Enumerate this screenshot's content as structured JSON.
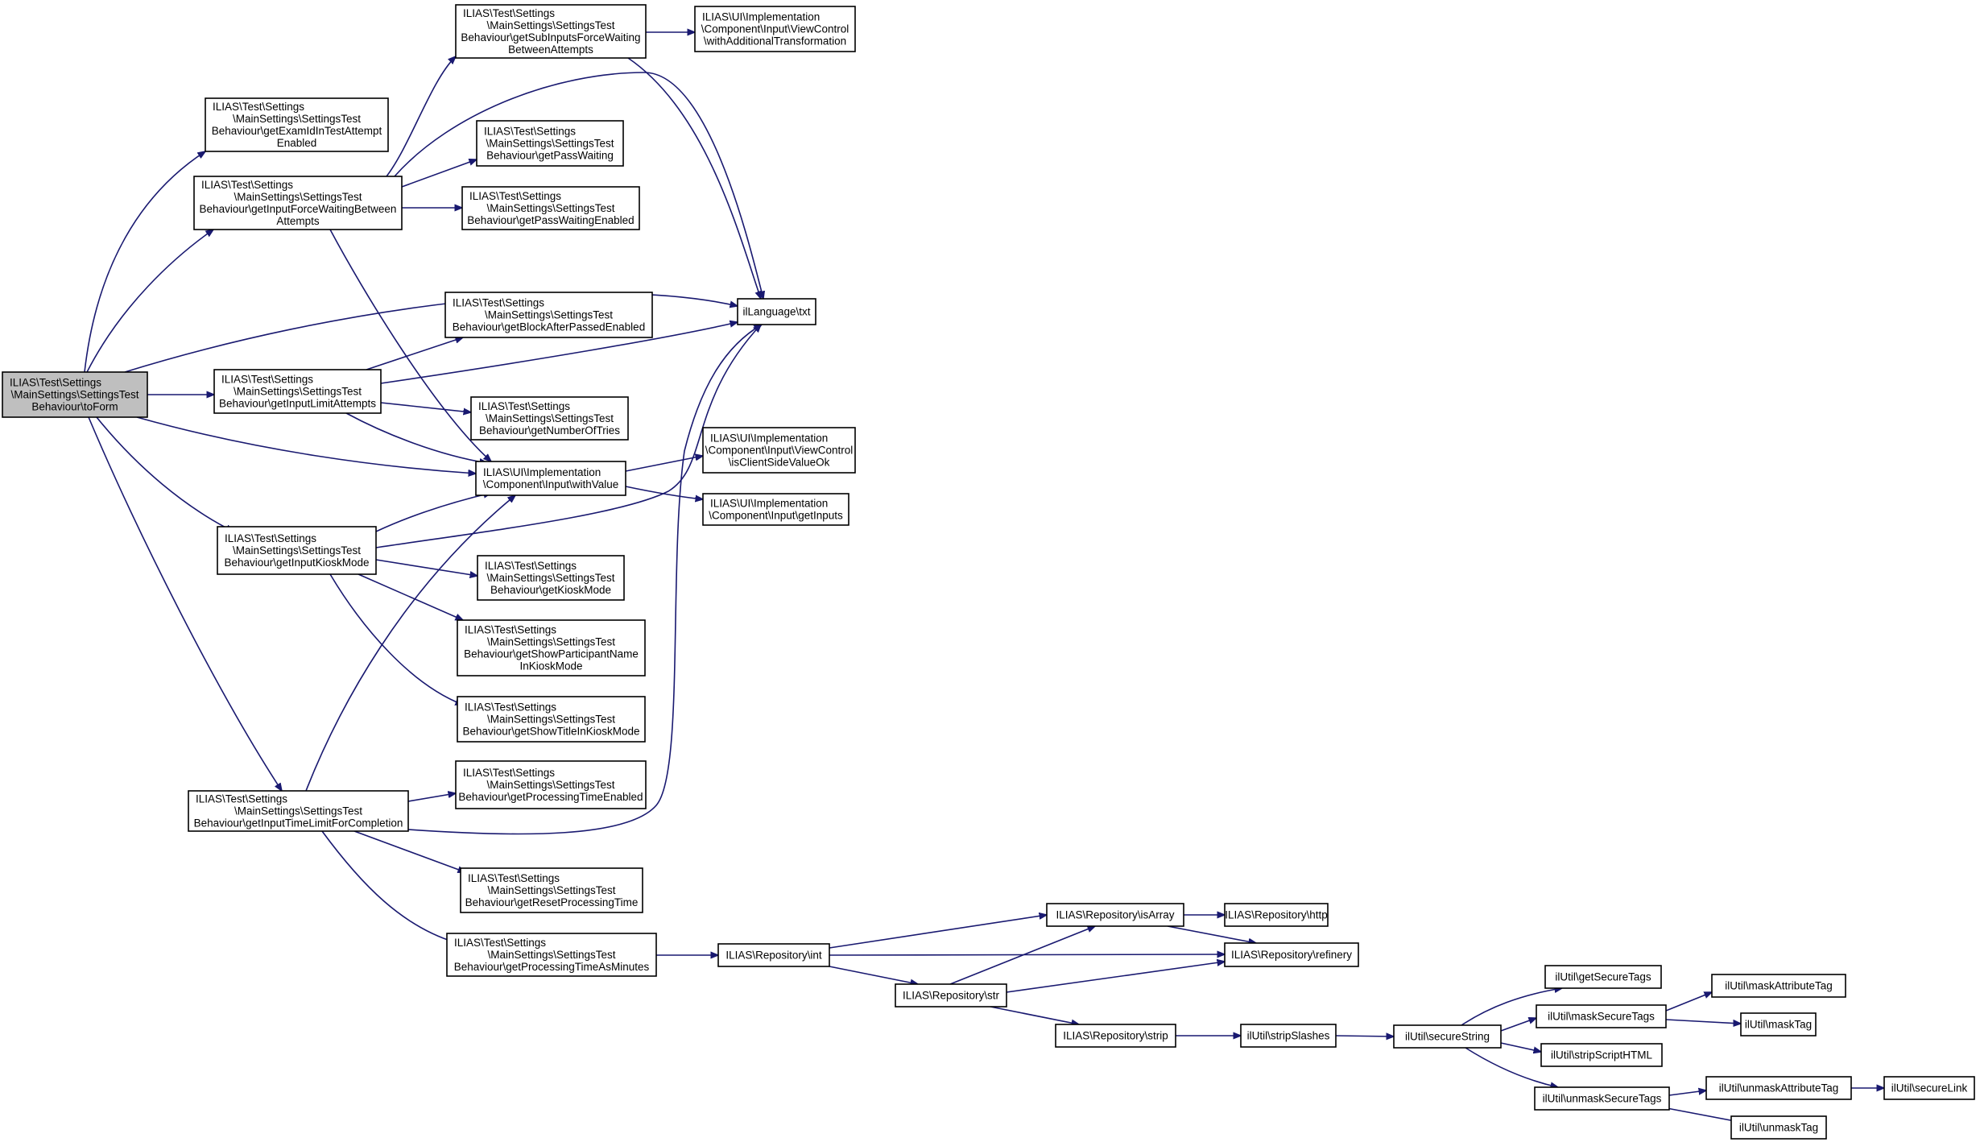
{
  "colors": {
    "edge": "#191970",
    "node_fill": "#ffffff",
    "root_fill": "#bfbfbf",
    "border": "#000000"
  },
  "nodes": [
    {
      "id": "toForm",
      "lines": [
        "ILIAS\\Test\\Settings",
        "\\MainSettings\\SettingsTest",
        "Behaviour\\toForm"
      ],
      "root": true
    },
    {
      "id": "getExamId",
      "lines": [
        "ILIAS\\Test\\Settings",
        "\\MainSettings\\SettingsTest",
        "Behaviour\\getExamIdInTestAttempt",
        "Enabled"
      ]
    },
    {
      "id": "getInputForceWaiting",
      "lines": [
        "ILIAS\\Test\\Settings",
        "\\MainSettings\\SettingsTest",
        "Behaviour\\getInputForceWaitingBetween",
        "Attempts"
      ]
    },
    {
      "id": "getSubInputs",
      "lines": [
        "ILIAS\\Test\\Settings",
        "\\MainSettings\\SettingsTest",
        "Behaviour\\getSubInputsForceWaiting",
        "BetweenAttempts"
      ]
    },
    {
      "id": "withAdditionalTransformation",
      "lines": [
        "ILIAS\\UI\\Implementation",
        "\\Component\\Input\\ViewControl",
        "\\withAdditionalTransformation"
      ]
    },
    {
      "id": "getPassWaiting",
      "lines": [
        "ILIAS\\Test\\Settings",
        "\\MainSettings\\SettingsTest",
        "Behaviour\\getPassWaiting"
      ]
    },
    {
      "id": "getPassWaitingEnabled",
      "lines": [
        "ILIAS\\Test\\Settings",
        "\\MainSettings\\SettingsTest",
        "Behaviour\\getPassWaitingEnabled"
      ]
    },
    {
      "id": "txt",
      "lines": [
        "ilLanguage\\txt"
      ]
    },
    {
      "id": "getBlockAfterPassed",
      "lines": [
        "ILIAS\\Test\\Settings",
        "\\MainSettings\\SettingsTest",
        "Behaviour\\getBlockAfterPassedEnabled"
      ]
    },
    {
      "id": "getInputLimitAttempts",
      "lines": [
        "ILIAS\\Test\\Settings",
        "\\MainSettings\\SettingsTest",
        "Behaviour\\getInputLimitAttempts"
      ]
    },
    {
      "id": "getNumberOfTries",
      "lines": [
        "ILIAS\\Test\\Settings",
        "\\MainSettings\\SettingsTest",
        "Behaviour\\getNumberOfTries"
      ]
    },
    {
      "id": "withValue",
      "lines": [
        "ILIAS\\UI\\Implementation",
        "\\Component\\Input\\withValue"
      ]
    },
    {
      "id": "isClientSideValueOk",
      "lines": [
        "ILIAS\\UI\\Implementation",
        "\\Component\\Input\\ViewControl",
        "\\isClientSideValueOk"
      ]
    },
    {
      "id": "getInputs",
      "lines": [
        "ILIAS\\UI\\Implementation",
        "\\Component\\Input\\getInputs"
      ]
    },
    {
      "id": "getInputKioskMode",
      "lines": [
        "ILIAS\\Test\\Settings",
        "\\MainSettings\\SettingsTest",
        "Behaviour\\getInputKioskMode"
      ]
    },
    {
      "id": "getKioskMode",
      "lines": [
        "ILIAS\\Test\\Settings",
        "\\MainSettings\\SettingsTest",
        "Behaviour\\getKioskMode"
      ]
    },
    {
      "id": "getShowParticipantName",
      "lines": [
        "ILIAS\\Test\\Settings",
        "\\MainSettings\\SettingsTest",
        "Behaviour\\getShowParticipantName",
        "InKioskMode"
      ]
    },
    {
      "id": "getShowTitle",
      "lines": [
        "ILIAS\\Test\\Settings",
        "\\MainSettings\\SettingsTest",
        "Behaviour\\getShowTitleInKioskMode"
      ]
    },
    {
      "id": "getInputTimeLimit",
      "lines": [
        "ILIAS\\Test\\Settings",
        "\\MainSettings\\SettingsTest",
        "Behaviour\\getInputTimeLimitForCompletion"
      ]
    },
    {
      "id": "getProcessingTimeEnabled",
      "lines": [
        "ILIAS\\Test\\Settings",
        "\\MainSettings\\SettingsTest",
        "Behaviour\\getProcessingTimeEnabled"
      ]
    },
    {
      "id": "getResetProcessingTime",
      "lines": [
        "ILIAS\\Test\\Settings",
        "\\MainSettings\\SettingsTest",
        "Behaviour\\getResetProcessingTime"
      ]
    },
    {
      "id": "getProcessingTimeAsMinutes",
      "lines": [
        "ILIAS\\Test\\Settings",
        "\\MainSettings\\SettingsTest",
        "Behaviour\\getProcessingTimeAsMinutes"
      ]
    },
    {
      "id": "int",
      "lines": [
        "ILIAS\\Repository\\int"
      ]
    },
    {
      "id": "isArray",
      "lines": [
        "ILIAS\\Repository\\isArray"
      ]
    },
    {
      "id": "http",
      "lines": [
        "ILIAS\\Repository\\http"
      ]
    },
    {
      "id": "refinery",
      "lines": [
        "ILIAS\\Repository\\refinery"
      ]
    },
    {
      "id": "str",
      "lines": [
        "ILIAS\\Repository\\str"
      ]
    },
    {
      "id": "strip",
      "lines": [
        "ILIAS\\Repository\\strip"
      ]
    },
    {
      "id": "stripSlashes",
      "lines": [
        "ilUtil\\stripSlashes"
      ]
    },
    {
      "id": "secureString",
      "lines": [
        "ilUtil\\secureString"
      ]
    },
    {
      "id": "getSecureTags",
      "lines": [
        "ilUtil\\getSecureTags"
      ]
    },
    {
      "id": "maskSecureTags",
      "lines": [
        "ilUtil\\maskSecureTags"
      ]
    },
    {
      "id": "maskAttributeTag",
      "lines": [
        "ilUtil\\maskAttributeTag"
      ]
    },
    {
      "id": "maskTag",
      "lines": [
        "ilUtil\\maskTag"
      ]
    },
    {
      "id": "stripScriptHTML",
      "lines": [
        "ilUtil\\stripScriptHTML"
      ]
    },
    {
      "id": "unmaskSecureTags",
      "lines": [
        "ilUtil\\unmaskSecureTags"
      ]
    },
    {
      "id": "unmaskAttributeTag",
      "lines": [
        "ilUtil\\unmaskAttributeTag"
      ]
    },
    {
      "id": "secureLink",
      "lines": [
        "ilUtil\\secureLink"
      ]
    },
    {
      "id": "unmaskTag",
      "lines": [
        "ilUtil\\unmaskTag"
      ]
    }
  ],
  "edges": [
    {
      "from": "toForm",
      "to": "getExamId"
    },
    {
      "from": "toForm",
      "to": "getInputForceWaiting"
    },
    {
      "from": "toForm",
      "to": "txt"
    },
    {
      "from": "toForm",
      "to": "getInputLimitAttempts"
    },
    {
      "from": "toForm",
      "to": "withValue"
    },
    {
      "from": "toForm",
      "to": "getInputKioskMode"
    },
    {
      "from": "toForm",
      "to": "getInputTimeLimit"
    },
    {
      "from": "getInputForceWaiting",
      "to": "getSubInputs"
    },
    {
      "from": "getInputForceWaiting",
      "to": "txt"
    },
    {
      "from": "getInputForceWaiting",
      "to": "getPassWaiting"
    },
    {
      "from": "getInputForceWaiting",
      "to": "getPassWaitingEnabled"
    },
    {
      "from": "getInputForceWaiting",
      "to": "withValue"
    },
    {
      "from": "getSubInputs",
      "to": "withAdditionalTransformation"
    },
    {
      "from": "getSubInputs",
      "to": "txt"
    },
    {
      "from": "getInputLimitAttempts",
      "to": "getBlockAfterPassed"
    },
    {
      "from": "getInputLimitAttempts",
      "to": "txt"
    },
    {
      "from": "getInputLimitAttempts",
      "to": "getNumberOfTries"
    },
    {
      "from": "getInputLimitAttempts",
      "to": "withValue"
    },
    {
      "from": "withValue",
      "to": "isClientSideValueOk"
    },
    {
      "from": "withValue",
      "to": "getInputs"
    },
    {
      "from": "getInputKioskMode",
      "to": "withValue"
    },
    {
      "from": "getInputKioskMode",
      "to": "txt"
    },
    {
      "from": "getInputKioskMode",
      "to": "getKioskMode"
    },
    {
      "from": "getInputKioskMode",
      "to": "getShowParticipantName"
    },
    {
      "from": "getInputKioskMode",
      "to": "getShowTitle"
    },
    {
      "from": "getInputTimeLimit",
      "to": "withValue"
    },
    {
      "from": "getInputTimeLimit",
      "to": "getProcessingTimeEnabled"
    },
    {
      "from": "getInputTimeLimit",
      "to": "txt"
    },
    {
      "from": "getInputTimeLimit",
      "to": "getResetProcessingTime"
    },
    {
      "from": "getInputTimeLimit",
      "to": "getProcessingTimeAsMinutes"
    },
    {
      "from": "getProcessingTimeAsMinutes",
      "to": "int"
    },
    {
      "from": "int",
      "to": "isArray"
    },
    {
      "from": "int",
      "to": "refinery"
    },
    {
      "from": "int",
      "to": "str"
    },
    {
      "from": "isArray",
      "to": "http"
    },
    {
      "from": "isArray",
      "to": "refinery"
    },
    {
      "from": "str",
      "to": "isArray"
    },
    {
      "from": "str",
      "to": "refinery"
    },
    {
      "from": "str",
      "to": "strip"
    },
    {
      "from": "strip",
      "to": "stripSlashes"
    },
    {
      "from": "stripSlashes",
      "to": "secureString"
    },
    {
      "from": "secureString",
      "to": "getSecureTags"
    },
    {
      "from": "secureString",
      "to": "maskSecureTags"
    },
    {
      "from": "secureString",
      "to": "stripScriptHTML"
    },
    {
      "from": "secureString",
      "to": "unmaskSecureTags"
    },
    {
      "from": "maskSecureTags",
      "to": "maskAttributeTag"
    },
    {
      "from": "maskSecureTags",
      "to": "maskTag"
    },
    {
      "from": "unmaskSecureTags",
      "to": "unmaskAttributeTag"
    },
    {
      "from": "unmaskSecureTags",
      "to": "unmaskTag"
    },
    {
      "from": "unmaskAttributeTag",
      "to": "secureLink"
    }
  ]
}
